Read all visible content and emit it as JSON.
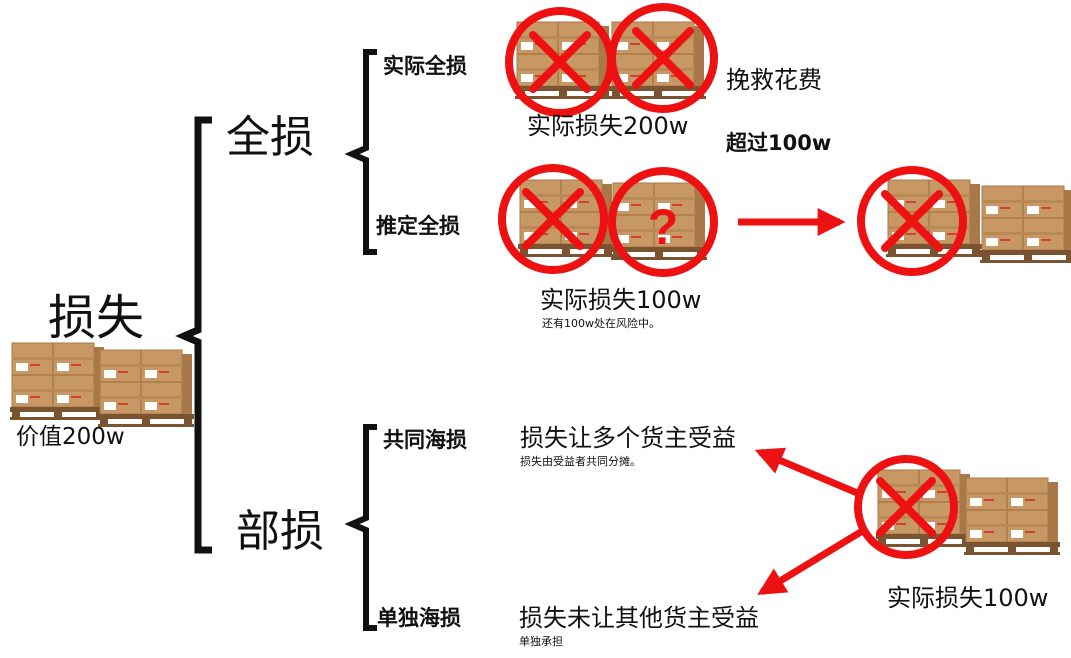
{
  "root": {
    "title": "损失",
    "value": "价值200w"
  },
  "total_loss": {
    "title": "全损",
    "actual": {
      "label": "实际全损",
      "caption": "实际损失200w",
      "salvage_label": "挽救花费",
      "exceed_label": "超过100w"
    },
    "constructive": {
      "label": "推定全损",
      "caption": "实际损失100w",
      "note": "还有100w处在风险中。",
      "unknown_mark": "?"
    }
  },
  "partial_loss": {
    "title": "部损",
    "general_average": {
      "label": "共同海损",
      "desc": "损失让多个货主受益",
      "note": "损失由受益者共同分摊。"
    },
    "particular_average": {
      "label": "单独海损",
      "desc": "损失未让其他货主受益",
      "note": "单独承担"
    },
    "caption": "实际损失100w"
  },
  "colors": {
    "accent": "#ee1111",
    "bracket": "#111111",
    "box": "#c89864",
    "box_dark": "#a87848",
    "pallet": "#7a5430",
    "label": "#ffffff",
    "stripe": "#d44030"
  }
}
